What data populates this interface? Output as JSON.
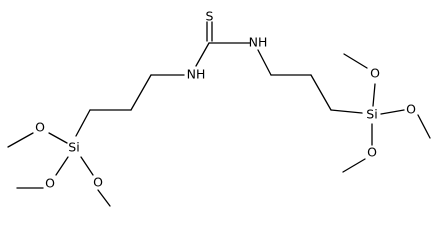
{
  "molecule": {
    "atoms": {
      "sulfur": "S",
      "nh_left": "NH",
      "nh_right": "NH",
      "si_left": "Si",
      "si_right": "Si",
      "o_left_top": "O",
      "o_left_bottom": "O",
      "o_left_right": "O",
      "o_right_top": "O",
      "o_right_right": "O",
      "o_right_bottom": "O"
    }
  }
}
